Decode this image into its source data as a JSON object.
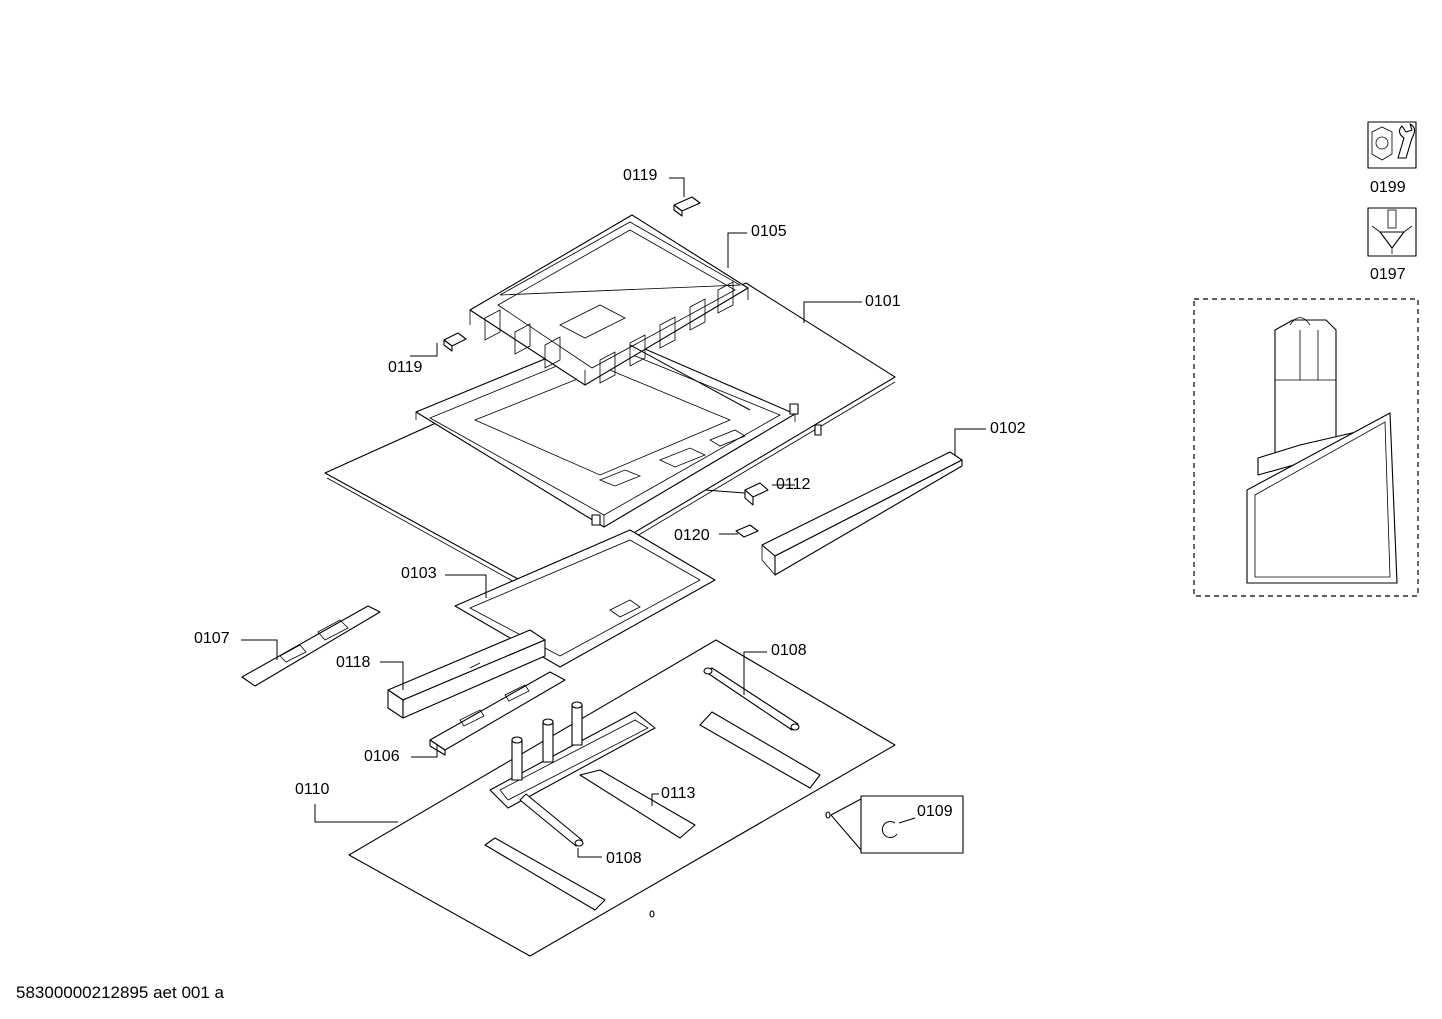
{
  "labels": {
    "p0119a": "0119",
    "p0105": "0105",
    "p0101": "0101",
    "p0119b": "0119",
    "p0102": "0102",
    "p0112": "0112",
    "p0120": "0120",
    "p0103": "0103",
    "p0107": "0107",
    "p0118": "0118",
    "p0108a": "0108",
    "p0106": "0106",
    "p0110": "0110",
    "p0113": "0113",
    "p0109": "0109",
    "p0108b": "0108",
    "p0199": "0199",
    "p0197": "0197"
  },
  "icons": {
    "tool_kit": "wrench-nut-icon",
    "screw_kit": "screw-icon",
    "overview": "hood-overview-icon"
  },
  "footer": {
    "doc_id": "58300000212895 aet 001 a"
  }
}
